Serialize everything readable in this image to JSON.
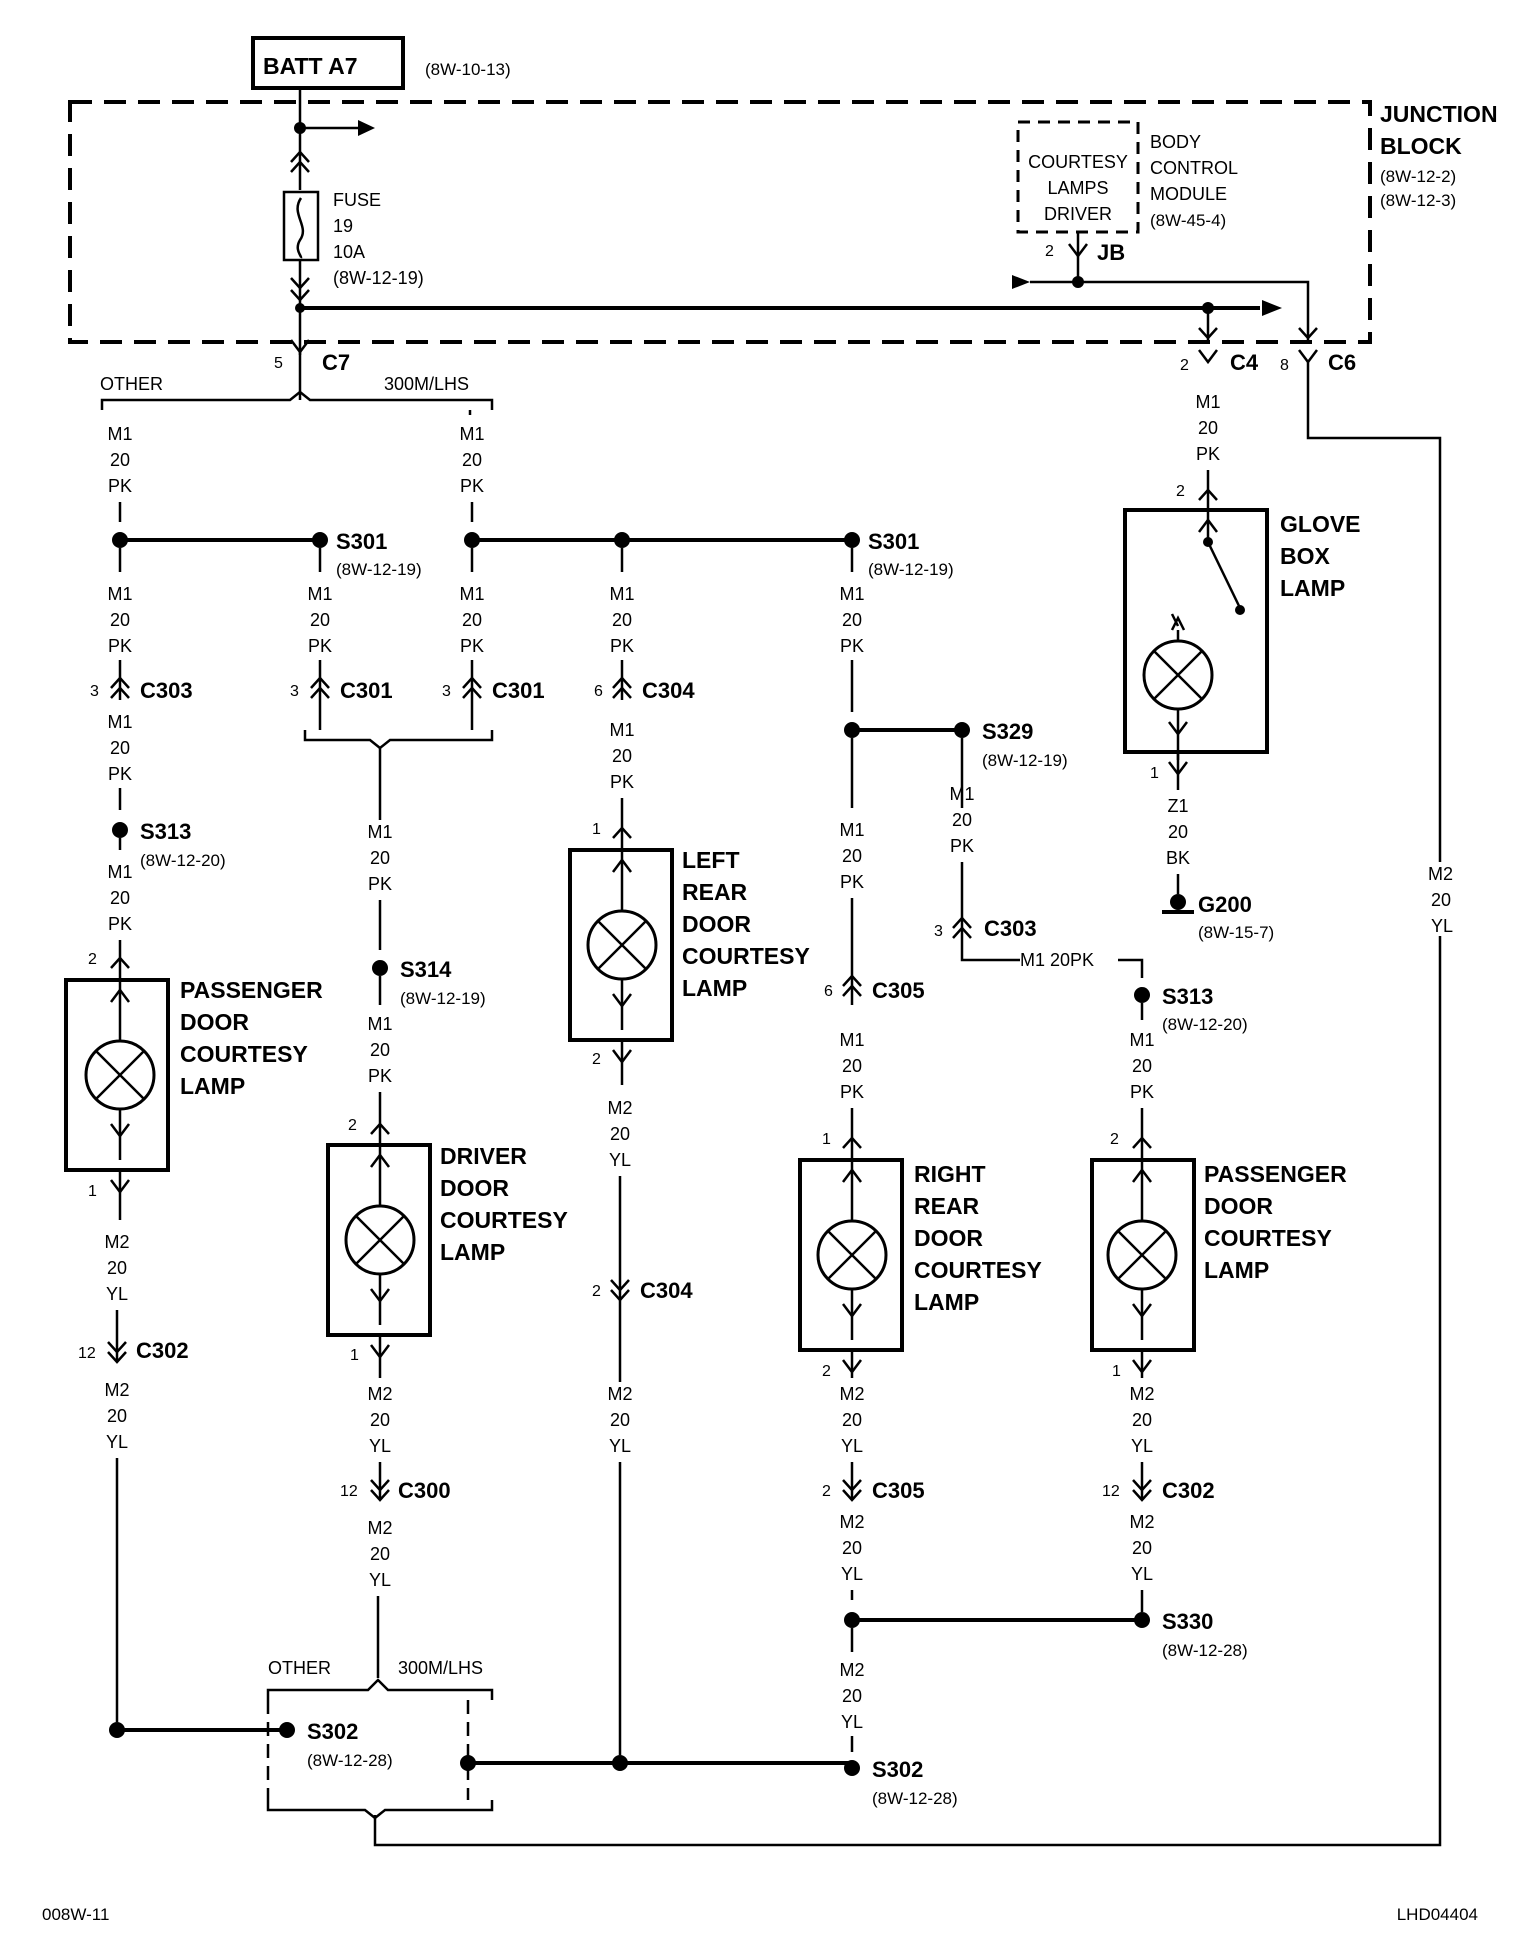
{
  "battery": {
    "label": "BATT A7",
    "ref": "(8W-10-13)"
  },
  "junction_block": {
    "name_line1": "JUNCTION",
    "name_line2": "BLOCK",
    "ref1": "(8W-12-2)",
    "ref2": "(8W-12-3)"
  },
  "fuse": {
    "label": "FUSE",
    "number": "19",
    "rating": "10A",
    "ref": "(8W-12-19)"
  },
  "bcm": {
    "driver_line1": "COURTESY",
    "driver_line2": "LAMPS",
    "driver_line3": "DRIVER",
    "name_line1": "BODY",
    "name_line2": "CONTROL",
    "name_line3": "MODULE",
    "ref": "(8W-45-4)",
    "connector": "JB",
    "pin": "2"
  },
  "wire": {
    "m1": "M1",
    "m2": "M2",
    "z1": "Z1",
    "gauge": "20",
    "pk": "PK",
    "yl": "YL",
    "bk": "BK",
    "m1_20pk": "M1  20PK"
  },
  "branch": {
    "other": "OTHER",
    "lhs": "300M/LHS"
  },
  "pins": {
    "p1": "1",
    "p2": "2",
    "p3": "3",
    "p5": "5",
    "p6": "6",
    "p8": "8",
    "p12": "12"
  },
  "connectors": {
    "c7": "C7",
    "c4": "C4",
    "c6": "C6",
    "c303": "C303",
    "c301": "C301",
    "c304": "C304",
    "c305": "C305",
    "c302": "C302",
    "c300": "C300"
  },
  "splices": {
    "s301": "S301",
    "s301_ref": "(8W-12-19)",
    "s313": "S313",
    "s313_ref": "(8W-12-20)",
    "s314": "S314",
    "s314_ref": "(8W-12-19)",
    "s329": "S329",
    "s329_ref": "(8W-12-19)",
    "s330": "S330",
    "s330_ref": "(8W-12-28)",
    "s302": "S302",
    "s302_ref": "(8W-12-28)"
  },
  "ground": {
    "name": "G200",
    "ref": "(8W-15-7)"
  },
  "lamps": {
    "glove_box": [
      "GLOVE",
      "BOX",
      "LAMP"
    ],
    "passenger_door": [
      "PASSENGER",
      "DOOR",
      "COURTESY",
      "LAMP"
    ],
    "driver_door": [
      "DRIVER",
      "DOOR",
      "COURTESY",
      "LAMP"
    ],
    "left_rear_door": [
      "LEFT",
      "REAR",
      "DOOR",
      "COURTESY",
      "LAMP"
    ],
    "right_rear_door": [
      "RIGHT",
      "REAR",
      "DOOR",
      "COURTESY",
      "LAMP"
    ]
  },
  "footer": {
    "left": "008W-11",
    "right": "LHD04404"
  }
}
